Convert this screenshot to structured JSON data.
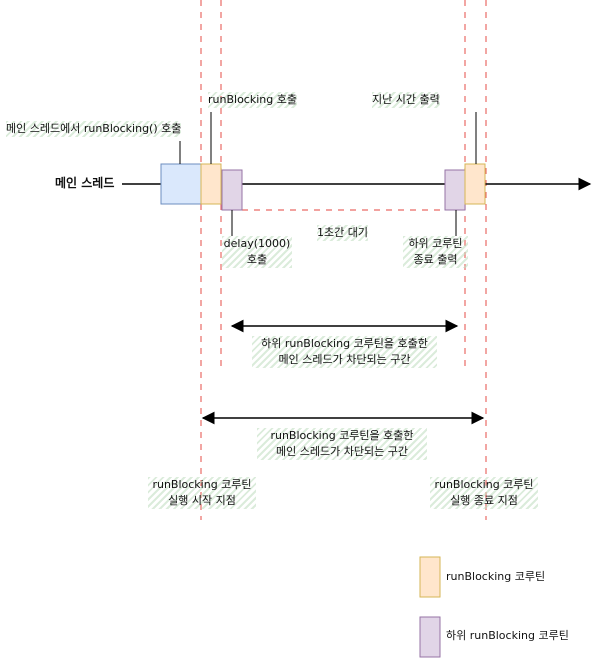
{
  "thread": {
    "label": "메인 스레드"
  },
  "annotations": {
    "main_call": "메인 스레드에서 runBlocking() 호출",
    "runblocking_call": "runBlocking 호출",
    "elapsed_print": "지난 시간 출력",
    "delay_call_line1": "delay(1000)",
    "delay_call_line2": "호출",
    "wait": "1초간 대기",
    "child_end_line1": "하위 코루틴",
    "child_end_line2": "종료 출력",
    "child_block_line1": "하위 runBlocking 코루틴을 호출한",
    "child_block_line2": "메인 스레드가 차단되는 구간",
    "parent_block_line1": "runBlocking 코루틴을 호출한",
    "parent_block_line2": "메인 스레드가 차단되는 구간",
    "start_point_line1": "runBlocking  코루틴",
    "start_point_line2": "실행 시작 지점",
    "end_point_line1": "runBlocking  코루틴",
    "end_point_line2": "실행 종료 지점"
  },
  "legend": {
    "items": [
      {
        "label": "runBlocking 코루틴",
        "fill": "#ffe6cc",
        "stroke": "#d6b656"
      },
      {
        "label": "하위 runBlocking 코루틴",
        "fill": "#e1d5e7",
        "stroke": "#9673a6"
      }
    ]
  },
  "colors": {
    "main_block_fill": "#dae8fc",
    "main_block_stroke": "#6c8ebf",
    "runblocking_fill": "#ffe6cc",
    "runblocking_stroke": "#d6b656",
    "child_fill": "#e1d5e7",
    "child_stroke": "#9673a6",
    "guide_line": "#ea6b66",
    "line": "#000000"
  }
}
